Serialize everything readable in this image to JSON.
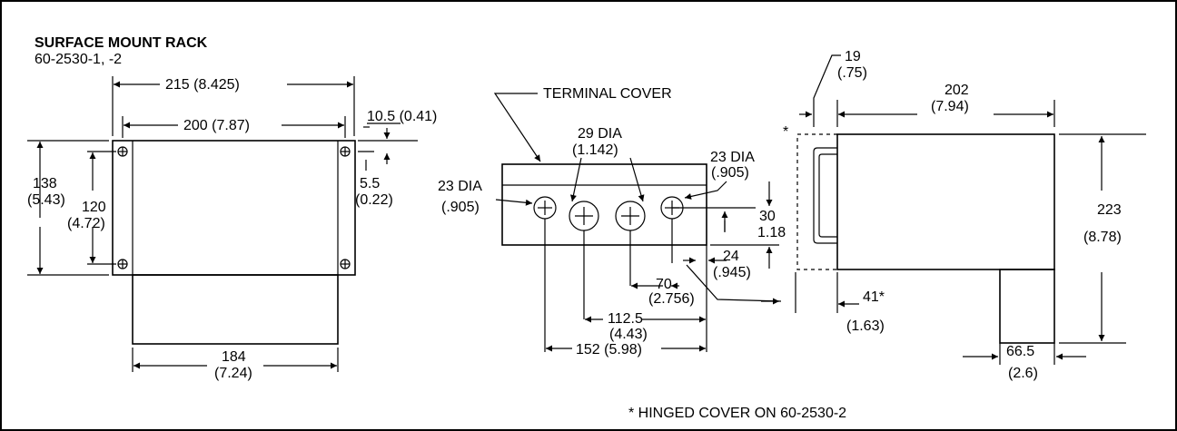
{
  "title": "SURFACE MOUNT RACK",
  "model": "60-2530-1, -2",
  "front_view": {
    "width_overall": "215  (8.425)",
    "width_holes": "200  (7.87)",
    "height_overall_mm": "138",
    "height_overall_in": "(5.43)",
    "height_holes_mm": "120",
    "height_holes_in": "(4.72)",
    "offset_top": "10.5 (0.41)",
    "offset_side_mm": "5.5",
    "offset_side_in": "(0.22)",
    "bottom_width_mm": "184",
    "bottom_width_in": "(7.24)"
  },
  "bottom_view": {
    "terminal_cover": "TERMINAL COVER",
    "hole_large_dia": "29 DIA",
    "hole_large_in": "(1.142)",
    "hole_small_right": "23 DIA",
    "hole_small_right_in": "(.905)",
    "hole_small_left": "23 DIA",
    "hole_small_left_in": "(.905)",
    "hole_height_mm": "30",
    "hole_height_in": "1.18",
    "edge_mm": "24",
    "edge_in": "(.945)",
    "span_70_mm": "70",
    "span_70_in": "(2.756)",
    "span_112_mm": "112.5",
    "span_112_in": "(4.43)",
    "span_152": "152 (5.98)"
  },
  "side_view": {
    "cover_mm": "19",
    "cover_in": "(.75)",
    "depth_mm": "202",
    "depth_in": "(7.94)",
    "star": "*",
    "height_mm": "223",
    "height_in": "(8.78)",
    "hinge_mm": "41*",
    "hinge_in": "(1.63)",
    "tail_mm": "66.5",
    "tail_in": "(2.6)"
  },
  "footnote": "* HINGED COVER ON 60-2530-2"
}
